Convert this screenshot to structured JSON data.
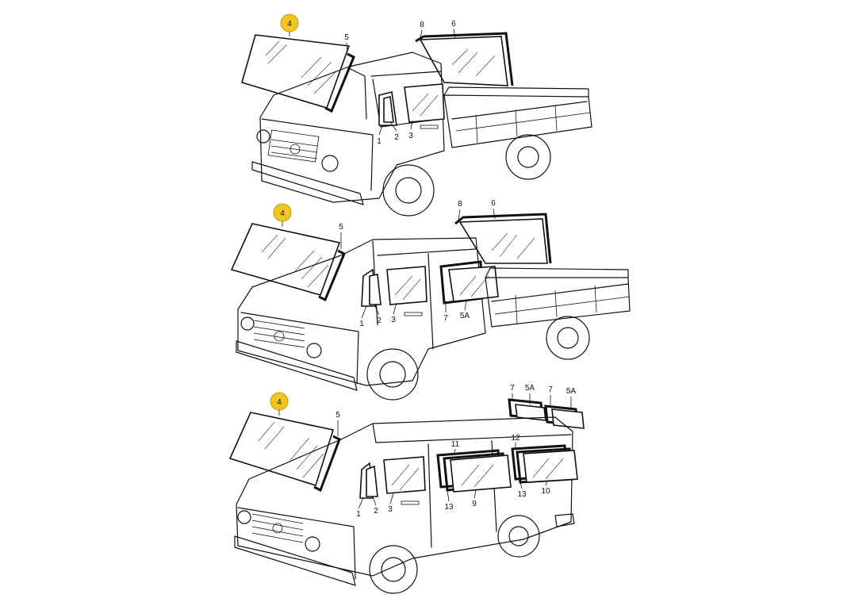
{
  "highlight_color": "#f2c522",
  "labels": {
    "v1_4": "4",
    "v1_5": "5",
    "v1_8": "8",
    "v1_6": "6",
    "v1_1": "1",
    "v1_2": "2",
    "v1_3": "3",
    "v2_4": "4",
    "v2_5": "5",
    "v2_8": "8",
    "v2_6": "6",
    "v2_1": "1",
    "v2_2": "2",
    "v2_3": "3",
    "v2_7": "7",
    "v2_5a": "5A",
    "v3_4": "4",
    "v3_5": "5",
    "v3_7a": "7",
    "v3_5aa": "5A",
    "v3_7b": "7",
    "v3_5ab": "5A",
    "v3_11": "11",
    "v3_12": "12",
    "v3_1": "1",
    "v3_2": "2",
    "v3_3": "3",
    "v3_13a": "13",
    "v3_9": "9",
    "v3_13b": "13",
    "v3_10": "10"
  }
}
